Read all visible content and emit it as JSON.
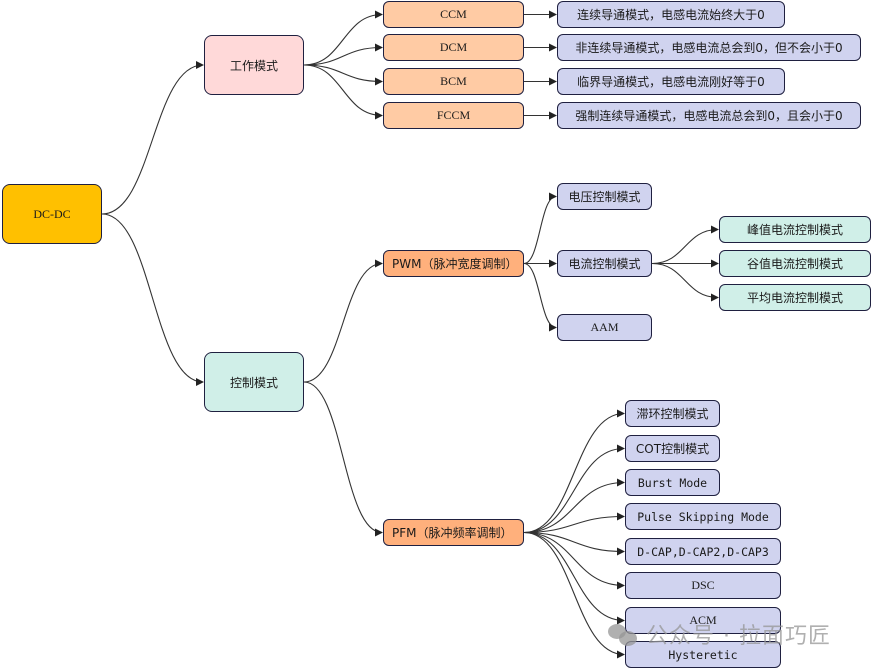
{
  "diagram": {
    "type": "mind-map",
    "root": {
      "label": "DC-DC"
    },
    "branches": [
      {
        "label": "工作模式",
        "children": [
          {
            "label": "CCM",
            "description": "连续导通模式，电感电流始终大于0"
          },
          {
            "label": "DCM",
            "description": "非连续导通模式，电感电流总会到0，但不会小于0"
          },
          {
            "label": "BCM",
            "description": "临界导通模式，电感电流刚好等于0"
          },
          {
            "label": "FCCM",
            "description": "强制连续导通模式，电感电流总会到0，且会小于0"
          }
        ]
      },
      {
        "label": "控制模式",
        "children": [
          {
            "label": "PWM（脉冲宽度调制）",
            "children": [
              {
                "label": "电压控制模式"
              },
              {
                "label": "电流控制模式",
                "children": [
                  {
                    "label": "峰值电流控制模式"
                  },
                  {
                    "label": "谷值电流控制模式"
                  },
                  {
                    "label": "平均电流控制模式"
                  }
                ]
              },
              {
                "label": "AAM"
              }
            ]
          },
          {
            "label": "PFM（脉冲频率调制）",
            "children": [
              {
                "label": "滞环控制模式"
              },
              {
                "label": "COT控制模式"
              },
              {
                "label": "Burst Mode"
              },
              {
                "label": "Pulse Skipping Mode"
              },
              {
                "label": "D-CAP,D-CAP2,D-CAP3"
              },
              {
                "label": "DSC"
              },
              {
                "label": "ACM"
              },
              {
                "label": "Hysteretic"
              }
            ]
          }
        ]
      }
    ]
  },
  "colors": {
    "root": "#ffc000",
    "work_mode": "#ffd9d9",
    "control_mode": "#d0efe8",
    "work_mode_items": "#ffcba4",
    "modulation": "#ffb07c",
    "leaf": "#d0d3ef",
    "current_mode_leaf": "#d0efe8",
    "edge": "#333333"
  },
  "watermark": {
    "text": "公众号 · 拉面巧匠",
    "icon": "wechat-icon"
  }
}
